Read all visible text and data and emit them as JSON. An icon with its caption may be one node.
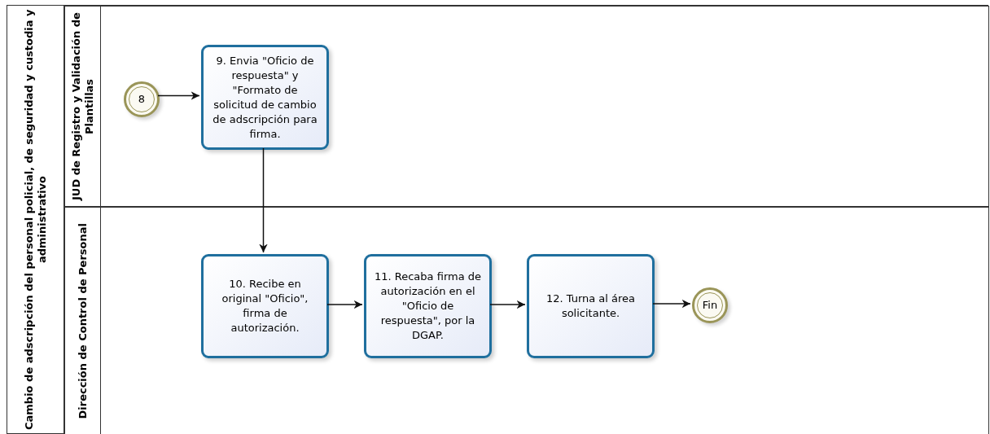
{
  "diagram": {
    "nodes": [
      {
        "text": [
          "Cambio de adscripción del personal policial, de seguridad y custodia y administrativo"
        ]
      },
      {
        "text": [
          "JUD de Registro y Validación de Plantillas"
        ],
        "in": 0
      },
      {
        "text": [
          "Dirección de Control de Personal"
        ],
        "in": 0
      },
      {
        "text": [
          "8"
        ],
        "in": 1
      },
      {
        "text": [
          "9. Envia \"Oficio de respuesta\" y \"Formato de solicitud de cambio de adscripción para firma."
        ],
        "in": 1
      },
      {
        "text": [
          "10. Recibe en original \"Oficio\", firma de autorización."
        ],
        "in": 2
      },
      {
        "text": [
          "11. Recaba firma de autorización en el \"Oficio de respuesta\", por la DGAP."
        ],
        "in": 2
      },
      {
        "text": [
          "12. Turna al área solicitante."
        ],
        "in": 2
      },
      {
        "text": [
          "Fin"
        ],
        "in": 2
      }
    ],
    "edges": [
      {
        "from": 3,
        "to": 4,
        "arrow": "to"
      },
      {
        "from": 4,
        "to": 5,
        "arrow": "to"
      },
      {
        "from": 5,
        "to": 6,
        "arrow": "to"
      },
      {
        "from": 6,
        "to": 7,
        "arrow": "to"
      },
      {
        "from": 7,
        "to": 8,
        "arrow": "to"
      }
    ]
  }
}
